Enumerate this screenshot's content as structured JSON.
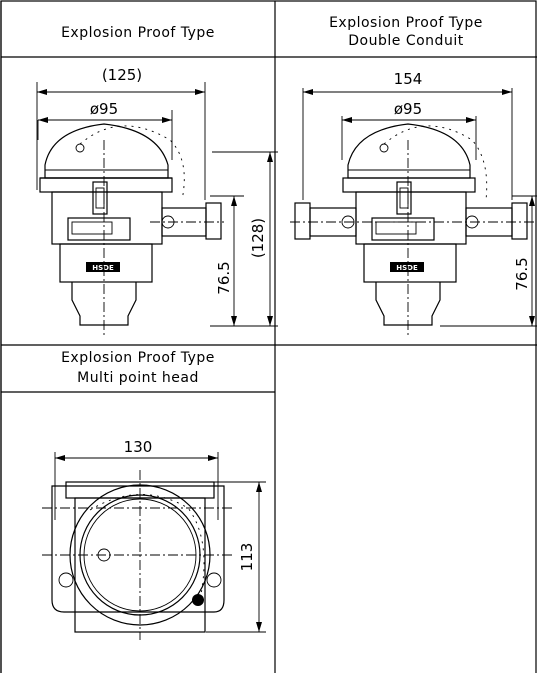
{
  "cells": [
    {
      "header": [
        "Explosion Proof Type"
      ],
      "dims": {
        "overall_width": "(125)",
        "cover_dia": "ø95",
        "height_total": "(128)",
        "height_lower": "76.5"
      }
    },
    {
      "header": [
        "Explosion Proof Type",
        "Double Conduit"
      ],
      "dims": {
        "overall_width": "154",
        "cover_dia": "ø95",
        "height_lower": "76.5"
      }
    },
    {
      "header": [
        "Explosion Proof Type",
        "Multi point head"
      ],
      "dims": {
        "overall_width": "130",
        "height_total": "113"
      }
    }
  ]
}
